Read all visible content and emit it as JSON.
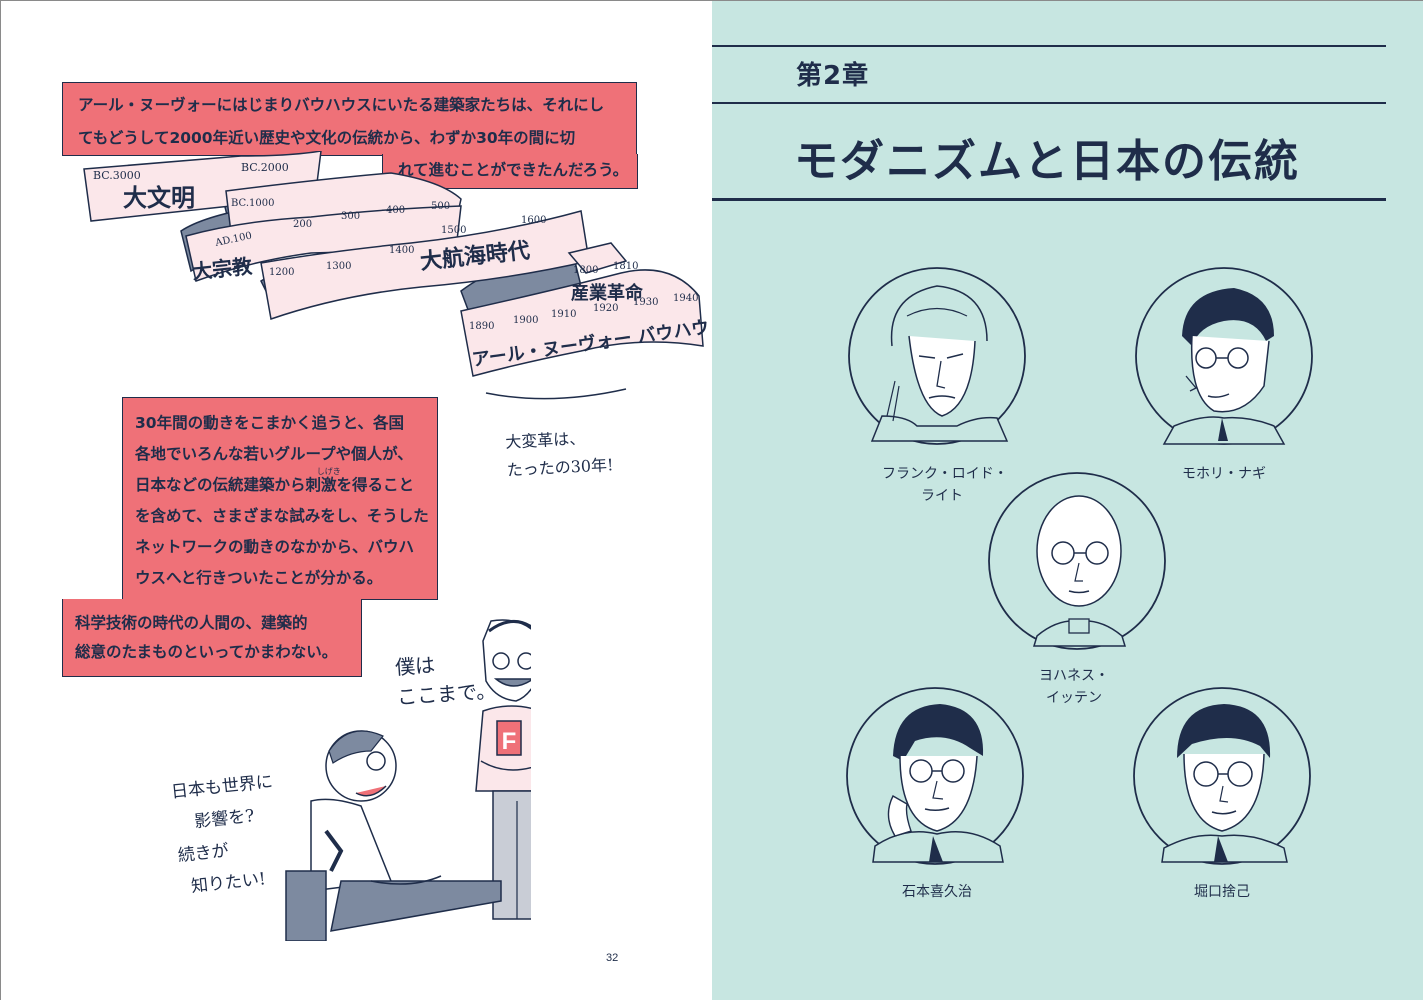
{
  "left_page": {
    "box_a": {
      "line1": "アール・ヌーヴォーにはじまりバウハウスにいたる建築家たちは、それにし",
      "line2": "てもどうして2000年近い歴史や文化の伝統から、わずか30年の間に切",
      "line3": "れて進むことができたんだろう。"
    },
    "timeline": {
      "labels": [
        "BC.3000",
        "BC.2000",
        "BC.1000",
        "AD.100",
        "200",
        "300",
        "400",
        "500",
        "1200",
        "1300",
        "1400",
        "1500",
        "1600",
        "1800",
        "1810",
        "1890",
        "1900",
        "1910",
        "1920",
        "1930",
        "1940"
      ],
      "era_1": "大文明",
      "era_2": "大宗教",
      "era_3": "大航海時代",
      "era_4": "産業革命",
      "era_5": "アール・ヌーヴォー バウハウス"
    },
    "note_small": {
      "line1": "大変革は、",
      "line2": "たったの30年!"
    },
    "box_b": {
      "line1": "30年間の動きをこまかく追うと、各国",
      "line2": "各地でいろんな若いグループや個人が、",
      "line3_pre": "日本などの伝統建築から刺",
      "line3_ruby_base": "激",
      "line3_ruby": "しげき",
      "line3_post": "を得ること",
      "line4": "を含めて、さまざまな試みをし、そうした",
      "line5": "ネットワークの動きのなかから、バウハ",
      "line6": "ウスへと行きついたことが分かる。"
    },
    "box_c": {
      "line1": "科学技術の時代の人間の、建築的",
      "line2": "総意のたまものといってかまわない。"
    },
    "speech_teacher": {
      "line1": "僕は",
      "line2": "ここまで。"
    },
    "speech_student": {
      "line1": "日本も世界に",
      "line2": "影響を?",
      "line3": "続きが",
      "line4": "知りたい!"
    },
    "shirt_letter": "F",
    "page_number": "32"
  },
  "right_page": {
    "chapter_label": "第2章",
    "chapter_title": "モダニズムと日本の伝統",
    "portraits": [
      {
        "caption_line1": "フランク・ロイド・",
        "caption_line2": "ライト"
      },
      {
        "caption_line1": "モホリ・ナギ",
        "caption_line2": ""
      },
      {
        "caption_line1": "ヨハネス・",
        "caption_line2": "イッテン"
      },
      {
        "caption_line1": "石本喜久治",
        "caption_line2": ""
      },
      {
        "caption_line1": "堀口捨己",
        "caption_line2": ""
      }
    ]
  },
  "colors": {
    "pink_box": "#ef7178",
    "navy_ink": "#1f2d4a",
    "right_page_bg": "#c7e6e1",
    "ribbon_face": "#fbe7ea",
    "ribbon_back": "#7d8aa0"
  }
}
